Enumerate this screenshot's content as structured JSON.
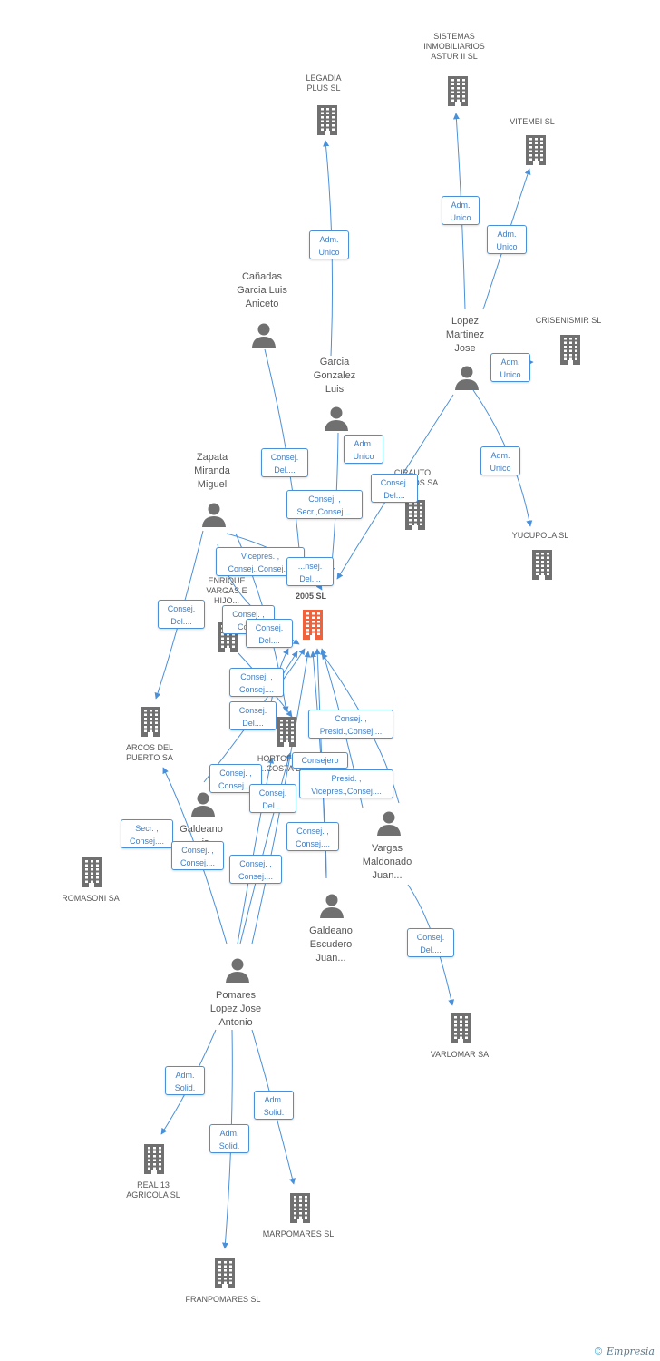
{
  "colors": {
    "edge": "#4a90d9",
    "company": "#707070",
    "person": "#707070",
    "center": "#f0623b"
  },
  "nodes": [
    {
      "id": "center",
      "type": "company",
      "label": "2005 SL",
      "center": true
    },
    {
      "id": "sistemas",
      "type": "company",
      "label": "SISTEMAS\nINMOBILIARIOS\nASTUR II SL"
    },
    {
      "id": "legadia",
      "type": "company",
      "label": "LEGADIA\nPLUS SL"
    },
    {
      "id": "vitembi",
      "type": "company",
      "label": "VITEMBI SL"
    },
    {
      "id": "crisenismir",
      "type": "company",
      "label": "CRISENISMIR SL"
    },
    {
      "id": "yucupola",
      "type": "company",
      "label": "YUCUPOLA SL"
    },
    {
      "id": "cirauto",
      "type": "company",
      "label": "CIRAUTO\nC...ARIOS SA"
    },
    {
      "id": "enrique",
      "type": "company",
      "label": "ENRIQUE\nVARGAS E\nHIJO..."
    },
    {
      "id": "arcos",
      "type": "company",
      "label": "ARCOS DEL\nPUERTO SA"
    },
    {
      "id": "hortofru",
      "type": "company",
      "label": "HORTOFRU...\n...COSTA D..."
    },
    {
      "id": "romasoni",
      "type": "company",
      "label": "ROMASONI SA"
    },
    {
      "id": "varlomar",
      "type": "company",
      "label": "VARLOMAR SA"
    },
    {
      "id": "real13",
      "type": "company",
      "label": "REAL 13\nAGRICOLA SL"
    },
    {
      "id": "marpomares",
      "type": "company",
      "label": "MARPOMARES SL"
    },
    {
      "id": "franpomares",
      "type": "company",
      "label": "FRANPOMARES SL"
    },
    {
      "id": "canadas",
      "type": "person",
      "label": "Cañadas\nGarcia Luis\nAniceto"
    },
    {
      "id": "garcia",
      "type": "person",
      "label": "Garcia\nGonzalez\nLuis"
    },
    {
      "id": "lopez",
      "type": "person",
      "label": "Lopez\nMartinez\nJose"
    },
    {
      "id": "zapata",
      "type": "person",
      "label": "Zapata\nMiranda\nMiguel"
    },
    {
      "id": "galdeano1",
      "type": "person",
      "label": "Galdeano\n...is"
    },
    {
      "id": "vargas",
      "type": "person",
      "label": "Vargas\nMaldonado\nJuan..."
    },
    {
      "id": "galdeano2",
      "type": "person",
      "label": "Galdeano\nEscudero\nJuan..."
    },
    {
      "id": "pomares",
      "type": "person",
      "label": "Pomares\nLopez Jose\nAntonio"
    }
  ],
  "relations": [
    {
      "id": "r1",
      "text": "Adm.\nUnico"
    },
    {
      "id": "r2",
      "text": "Adm.\nUnico"
    },
    {
      "id": "r3",
      "text": "Adm.\nUnico"
    },
    {
      "id": "r4",
      "text": "Adm.\nUnico"
    },
    {
      "id": "r5",
      "text": "Adm.\nUnico"
    },
    {
      "id": "r6",
      "text": "Consej.\nDel...."
    },
    {
      "id": "r7",
      "text": "Adm.\nUnico"
    },
    {
      "id": "r8",
      "text": "Consej. ,\nSecr.,Consej...."
    },
    {
      "id": "r9",
      "text": "Consej.\nDel...."
    },
    {
      "id": "r10",
      "text": "Vicepres. ,\nConsej.,Consej...."
    },
    {
      "id": "r11",
      "text": "...nsej.\nDel...."
    },
    {
      "id": "r12",
      "text": "Consej.\nDel...."
    },
    {
      "id": "r13",
      "text": "Consej. ,\nCon..."
    },
    {
      "id": "r14",
      "text": "Consej.\nDel...."
    },
    {
      "id": "r15",
      "text": "Consej. ,\nConsej...."
    },
    {
      "id": "r16",
      "text": "Consej.\nDel...."
    },
    {
      "id": "r17",
      "text": "Consej. ,\nPresid.,Consej...."
    },
    {
      "id": "r18",
      "text": "Consejero"
    },
    {
      "id": "r19",
      "text": "Consej. ,\nConsej...."
    },
    {
      "id": "r20",
      "text": "Presid. ,\nVicepres.,Consej...."
    },
    {
      "id": "r21",
      "text": "Consej.\nDel...."
    },
    {
      "id": "r22",
      "text": "Secr. ,\nConsej...."
    },
    {
      "id": "r23",
      "text": "Consej. ,\nConsej...."
    },
    {
      "id": "r24",
      "text": "Consej. ,\nConsej...."
    },
    {
      "id": "r25",
      "text": "Consej. ,\nConsej...."
    },
    {
      "id": "r26",
      "text": "Consej.\nDel...."
    },
    {
      "id": "r27",
      "text": "Adm.\nSolid."
    },
    {
      "id": "r28",
      "text": "Adm.\nSolid."
    },
    {
      "id": "r29",
      "text": "Adm.\nSolid."
    }
  ],
  "watermark": {
    "symbol": "©",
    "brand": "Empresia"
  }
}
